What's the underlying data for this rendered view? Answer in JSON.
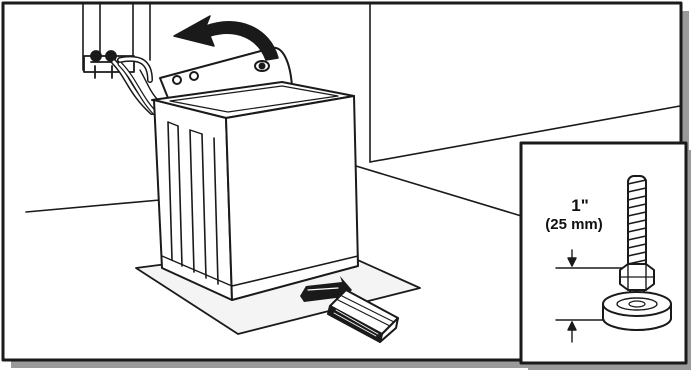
{
  "illustration": {
    "subject": "washer-installation-leveling",
    "colors": {
      "line": "#1a1a1a",
      "background": "#ffffff",
      "frame_shadow": "#9a9a9a",
      "cardboard_fill": "#f4f4f4"
    }
  },
  "inset": {
    "measure_inch": "1\"",
    "measure_mm": "(25 mm)"
  }
}
